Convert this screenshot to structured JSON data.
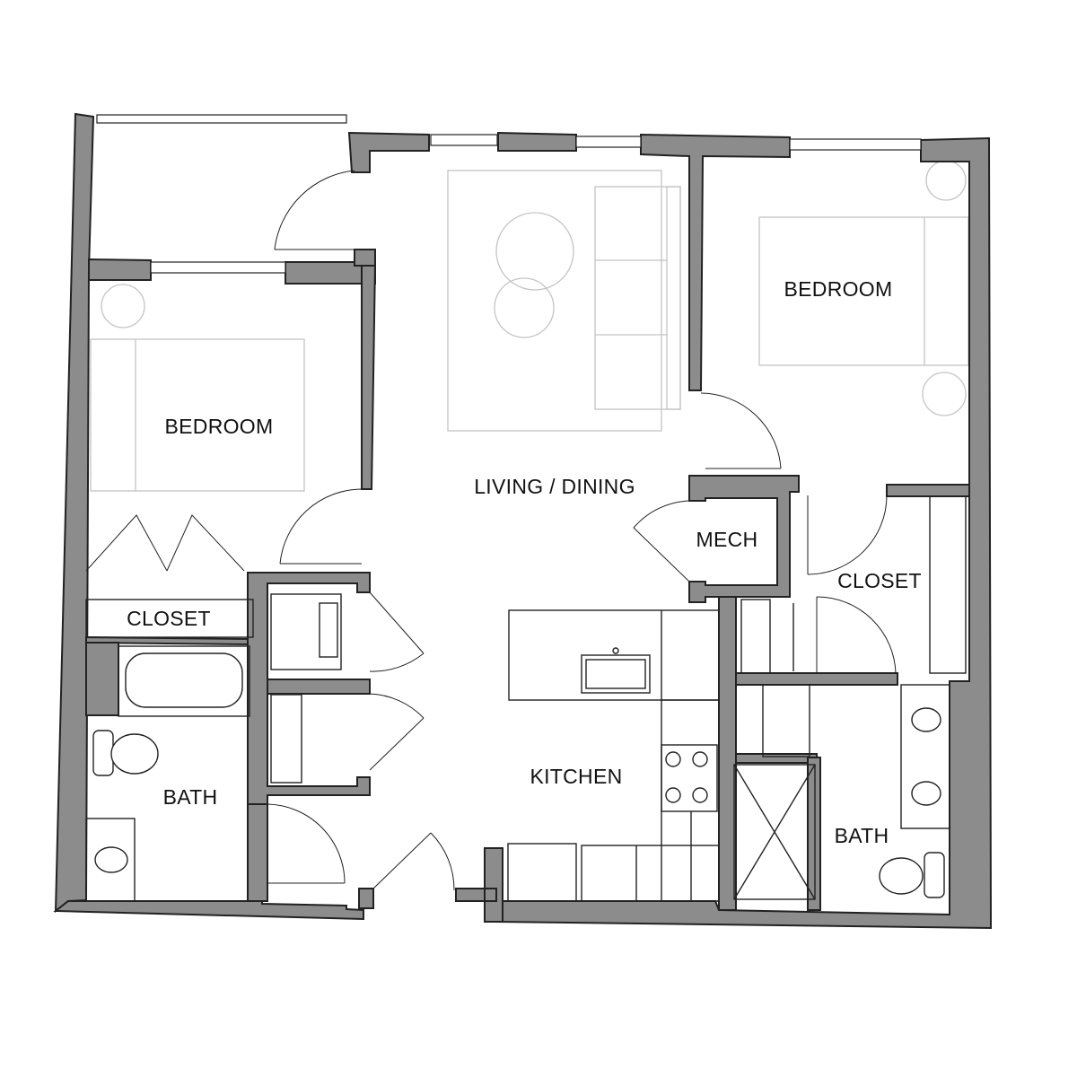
{
  "plan": {
    "rooms": {
      "bedroom_left": "BEDROOM",
      "bedroom_right": "BEDROOM",
      "living_dining": "LIVING / DINING",
      "mech": "MECH",
      "closet_left": "CLOSET",
      "closet_right": "CLOSET",
      "kitchen": "KITCHEN",
      "bath_left": "BATH",
      "bath_right": "BATH"
    },
    "colors": {
      "wall": "#8c8c8c",
      "line": "#222222",
      "furniture": "#c4c4c4"
    }
  }
}
